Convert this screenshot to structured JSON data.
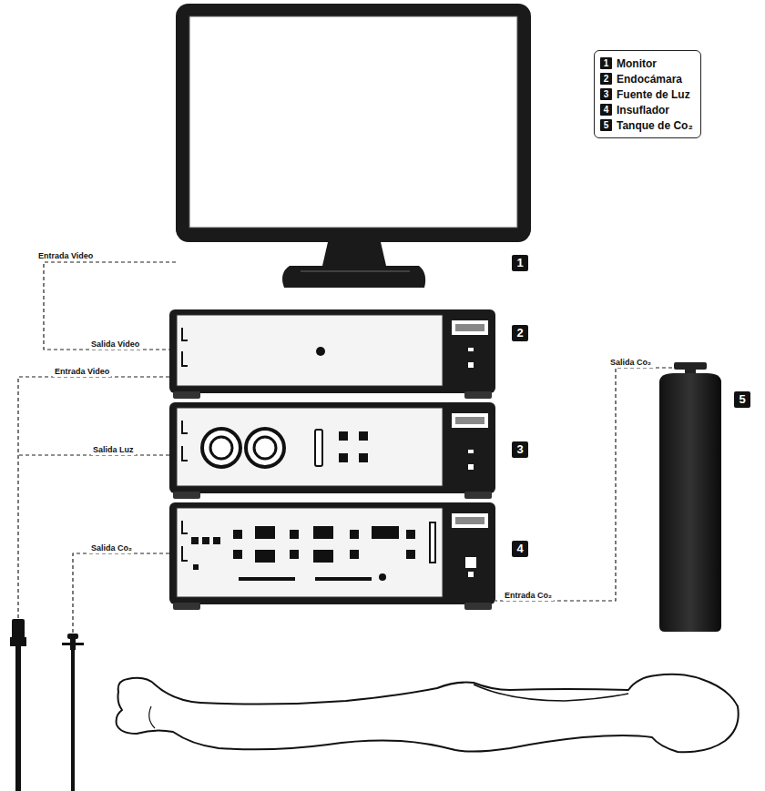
{
  "diagram": {
    "labels": [
      "Entrada Video",
      "Salida Video",
      "Entrada Video",
      "Salida Luz",
      "Salida Co₂",
      "Salida Co₂",
      "Entrada Co₂",
      "1",
      "2",
      "3",
      "4",
      "5",
      "1",
      "2",
      "3",
      "4",
      "5"
    ],
    "legend": [
      {
        "text": "Monitor"
      },
      {
        "text": "Endocámara"
      },
      {
        "text": "Fuente de Luz"
      },
      {
        "text": "Insuflador"
      },
      {
        "text": "Tanque de Co₂"
      }
    ]
  }
}
